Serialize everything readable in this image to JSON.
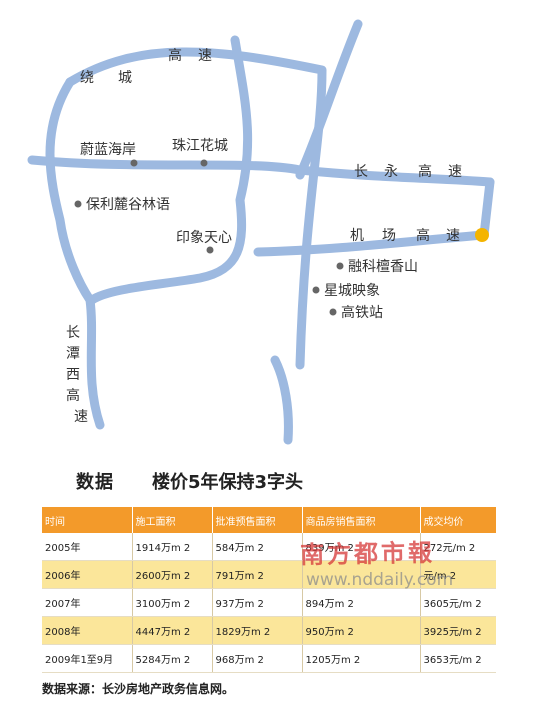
{
  "map": {
    "highways": {
      "ring_1": "绕",
      "ring_2": "城",
      "ring_3": "高",
      "ring_4": "速",
      "changyong_1": "长",
      "changyong_2": "永",
      "changyong_3": "高",
      "changyong_4": "速",
      "airport_1": "机",
      "airport_2": "场",
      "airport_3": "高",
      "airport_4": "速",
      "changtanxi_1": "长",
      "changtanxi_2": "潭",
      "changtanxi_3": "西",
      "changtanxi_4": "高",
      "changtanxi_5": "速"
    },
    "places": {
      "weilan": "蔚蓝海岸",
      "zhujiang": "珠江花城",
      "baoli": "保利麓谷林语",
      "yinxiang": "印象天心",
      "rongke": "融科檀香山",
      "xingcheng": "星城映象",
      "gaotie": "高铁站"
    },
    "colors": {
      "road": "#9db9e0",
      "airport": "#f4b400",
      "dot": "#666666"
    }
  },
  "title": "数据",
  "subtitle": "楼价5年保持3字头",
  "table": {
    "headers": [
      "时间",
      "施工面积",
      "批准预售面积",
      "商品房销售面积",
      "成交均价"
    ],
    "rows": [
      [
        "2005年",
        "1914万m 2",
        "584万m 2",
        "839万m 2",
        "272元/m 2"
      ],
      [
        "2006年",
        "2600万m 2",
        "791万m 2",
        "",
        "元/m 2"
      ],
      [
        "2007年",
        "3100万m 2",
        "937万m 2",
        "894万m 2",
        "3605元/m 2"
      ],
      [
        "2008年",
        "4447万m 2",
        "1829万m 2",
        "950万m 2",
        "3925元/m 2"
      ],
      [
        "2009年1至9月",
        "5284万m 2",
        "968万m 2",
        "1205万m 2",
        "3653元/m 2"
      ]
    ],
    "colors": {
      "header": "#f39a2a",
      "alt_row": "#fbe69a"
    }
  },
  "watermark": {
    "cn": "南方都市報",
    "url": "www.nddaily.com"
  },
  "source_note": "数据来源：长沙房地产政务信息网。"
}
